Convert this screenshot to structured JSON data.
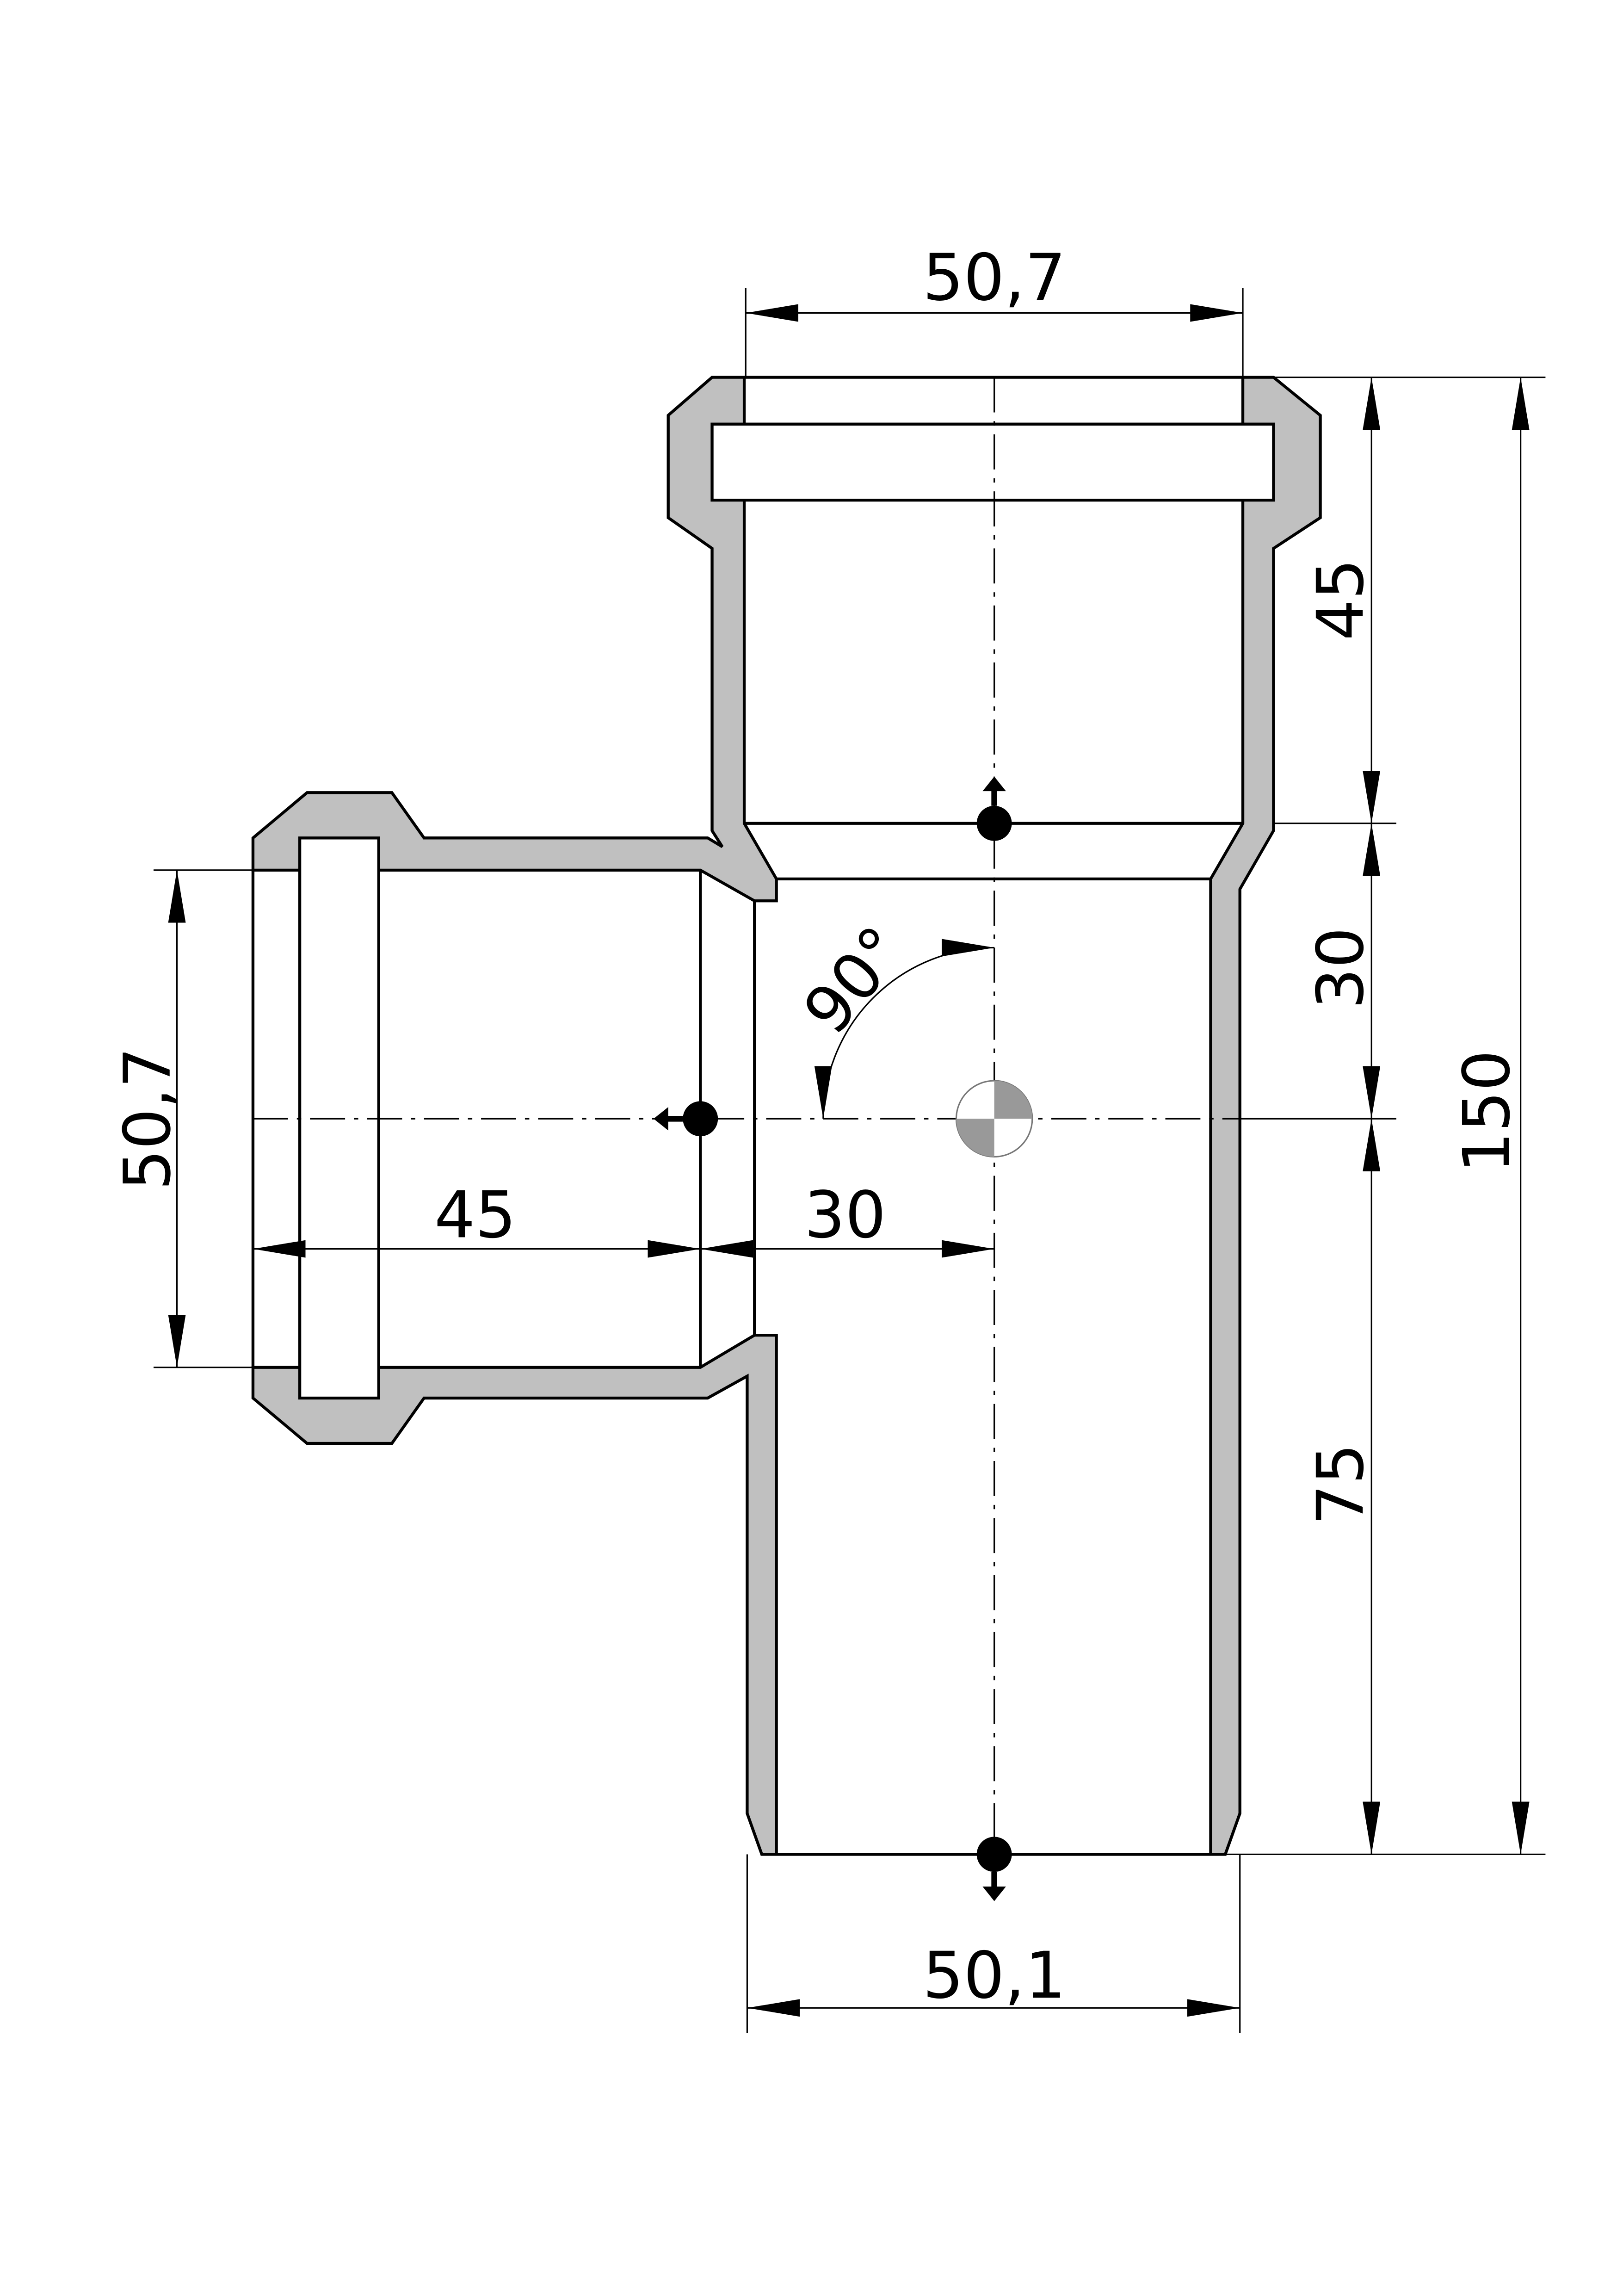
{
  "drawing": {
    "title": "Pipe tee 90° technical drawing",
    "dimensions": {
      "top_socket_diameter": "50,7",
      "branch_socket_diameter": "50,7",
      "bottom_spigot_diameter": "50,1",
      "top_socket_depth": "45",
      "top_to_center": "30",
      "center_to_bottom": "75",
      "total_height": "150",
      "branch_socket_depth": "45",
      "branch_to_center": "30",
      "angle": "90°"
    },
    "colors": {
      "wall": "#c0c0c0",
      "line": "#000000"
    }
  }
}
